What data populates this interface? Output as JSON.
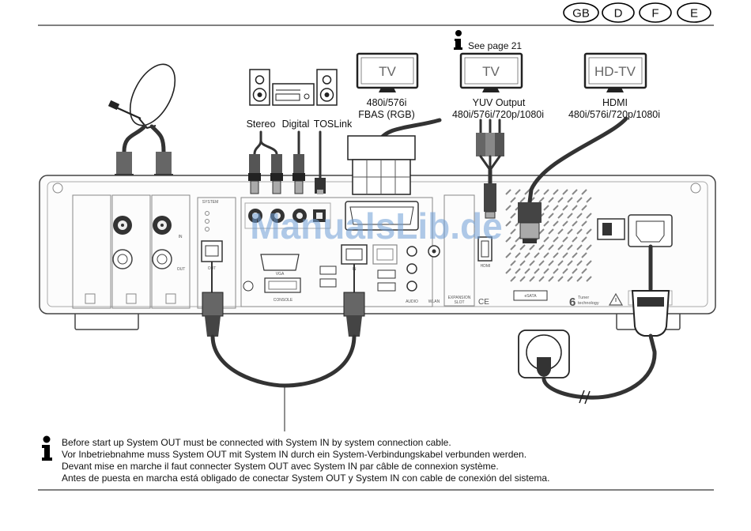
{
  "languages": [
    "GB",
    "D",
    "F",
    "E"
  ],
  "see_page": "See page 21",
  "tv_scart": {
    "label": "TV",
    "line1": "480i/576i",
    "line2": "FBAS (RGB)"
  },
  "tv_yuv": {
    "label": "TV",
    "line1": "YUV Output",
    "line2": "480i/576i/720p/1080i"
  },
  "tv_hdmi": {
    "label": "HD-TV",
    "line1": "HDMI",
    "line2": "480i/576i/720p/1080i"
  },
  "audio": {
    "stereo": "Stereo",
    "digital": "Digital",
    "toslink": "TOSLink"
  },
  "panel_labels": {
    "tuner_in": "IN",
    "tuner_out": "OUT",
    "system": "SYSTEM",
    "system_out": "OUT",
    "system_in": "IN",
    "vga": "VGA",
    "console": "CONSOLE",
    "audio": "AUDIO",
    "wlan": "WLAN",
    "expansion": "EXPANSION",
    "slot": "SLOT",
    "hdmi": "HDMI",
    "esata": "eSATA",
    "ce": "CE",
    "tuner_logo_number": "6",
    "tuner_logo_word": "Tuner",
    "tuner_logo_sub": "technology"
  },
  "watermark": "ManualsLib.de",
  "notes": [
    "Before start up System OUT must be connected with System IN by system connection cable.",
    "Vor Inbetriebnahme muss System OUT mit System IN durch ein System-Verbindungskabel verbunden werden.",
    "Devant mise en marche il faut connecter System OUT avec System IN par câble de connexion système.",
    "Antes de puesta en marcha está obligado de conectar System OUT y System IN con cable de conexión del sistema."
  ],
  "icons": {
    "info": "info-icon",
    "tv": "tv-icon",
    "dish": "satellite-dish-icon",
    "stereo": "stereo-system-icon",
    "socket": "wall-socket-icon",
    "warning": "warning-triangle-icon"
  },
  "colors": {
    "ink": "#111111",
    "watermark": "#6f9fd6"
  }
}
